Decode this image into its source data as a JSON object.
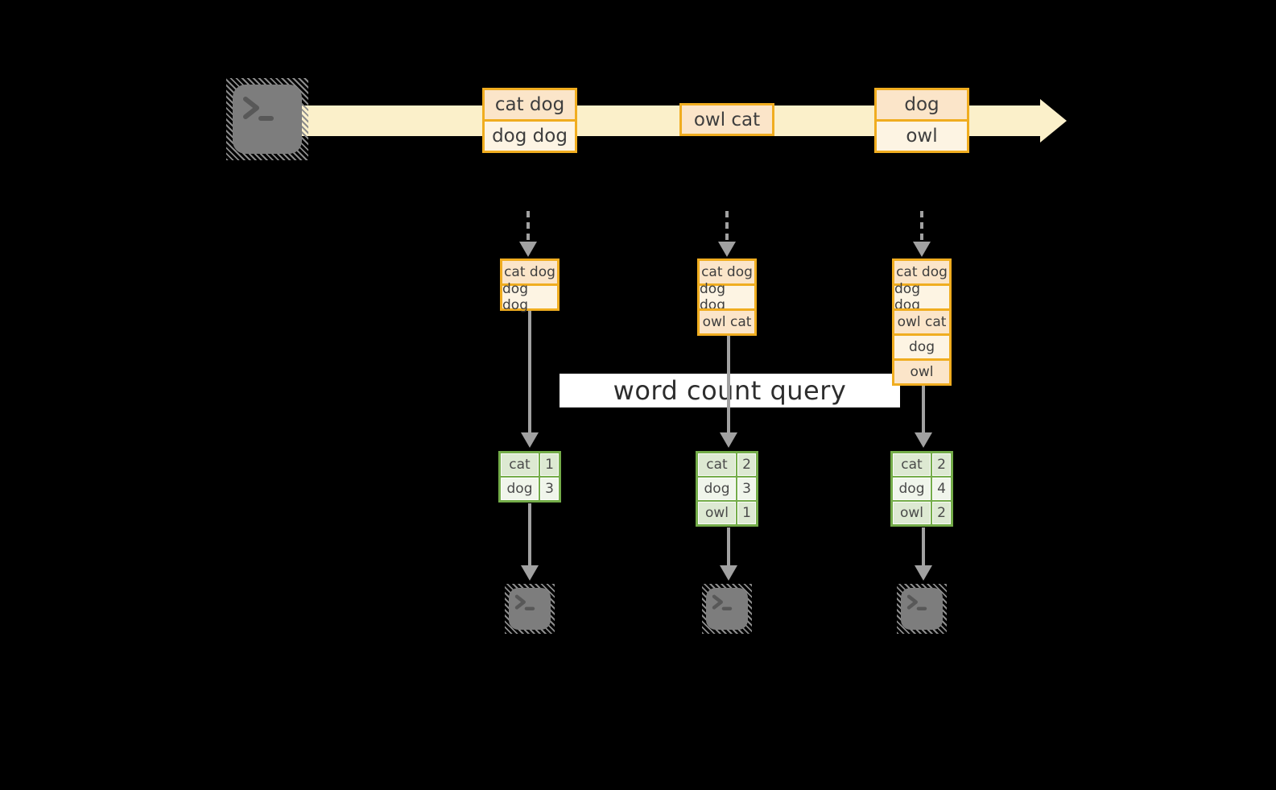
{
  "diagram": {
    "query_label": "word count query",
    "stream_batches": [
      {
        "cells": [
          "cat dog",
          "dog dog"
        ]
      },
      {
        "cells": [
          "owl cat"
        ]
      },
      {
        "cells": [
          "dog",
          "owl"
        ]
      }
    ],
    "micro_batches": [
      {
        "cells": [
          "cat dog",
          "dog dog"
        ]
      },
      {
        "cells": [
          "cat dog",
          "dog dog",
          "owl cat"
        ]
      },
      {
        "cells": [
          "cat dog",
          "dog dog",
          "owl cat",
          "dog",
          "owl"
        ]
      }
    ],
    "count_tables": [
      {
        "rows": [
          {
            "word": "cat",
            "count": "1"
          },
          {
            "word": "dog",
            "count": "3"
          }
        ]
      },
      {
        "rows": [
          {
            "word": "cat",
            "count": "2"
          },
          {
            "word": "dog",
            "count": "3"
          },
          {
            "word": "owl",
            "count": "1"
          }
        ]
      },
      {
        "rows": [
          {
            "word": "cat",
            "count": "2"
          },
          {
            "word": "dog",
            "count": "4"
          },
          {
            "word": "owl",
            "count": "2"
          }
        ]
      }
    ],
    "icons": {
      "source": "terminal-icon",
      "sinks": [
        "terminal-icon",
        "terminal-icon",
        "terminal-icon"
      ]
    },
    "colors": {
      "background": "#000000",
      "stream_fill": "#fbf0ca",
      "box_border": "#f0ad20",
      "cell_peach": "#fbe5c9",
      "cell_cream": "#fdf4e3",
      "table_border": "#74ac49",
      "table_row_a": "#dde9d2",
      "table_row_b": "#f0f5eb",
      "arrow_gray": "#a1a1a1",
      "terminal_gray": "#7d7d7d",
      "label_bg": "#ffffff"
    }
  }
}
